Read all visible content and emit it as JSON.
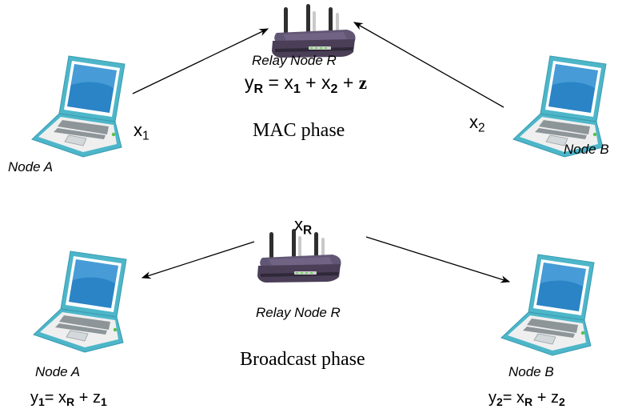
{
  "colors": {
    "laptop_outline": "#4db6c9",
    "laptop_body": "#efefef",
    "laptop_screen": "#2a84c6",
    "router_body": "#4a3f57",
    "arrow": "#000000"
  },
  "icons": {
    "laptop": "laptop-icon",
    "router": "router-icon"
  },
  "mac_phase": {
    "label": "MAC phase",
    "relay": {
      "label": "Relay Node R",
      "equation": {
        "lhs": "y",
        "lhs_sub": "R",
        "t1": "x",
        "t1_sub": "1",
        "t2": "x",
        "t2_sub": "2",
        "t3": "z"
      }
    },
    "node_a": {
      "label": "Node A",
      "signal": "x",
      "signal_sub": "1"
    },
    "node_b": {
      "label": "Node B",
      "signal": "x",
      "signal_sub": "2"
    }
  },
  "broadcast_phase": {
    "label": "Broadcast phase",
    "relay": {
      "label": "Relay Node R",
      "signal": "x",
      "signal_sub": "R"
    },
    "node_a": {
      "label": "Node A",
      "equation": {
        "lhs": "y",
        "lhs_sub": "1",
        "t1": "x",
        "t1_sub": "R",
        "t2": "z",
        "t2_sub": "1"
      }
    },
    "node_b": {
      "label": "Node B",
      "equation": {
        "lhs": "y",
        "lhs_sub": "2",
        "t1": "x",
        "t1_sub": "R",
        "t2": "z",
        "t2_sub": "2"
      }
    }
  }
}
